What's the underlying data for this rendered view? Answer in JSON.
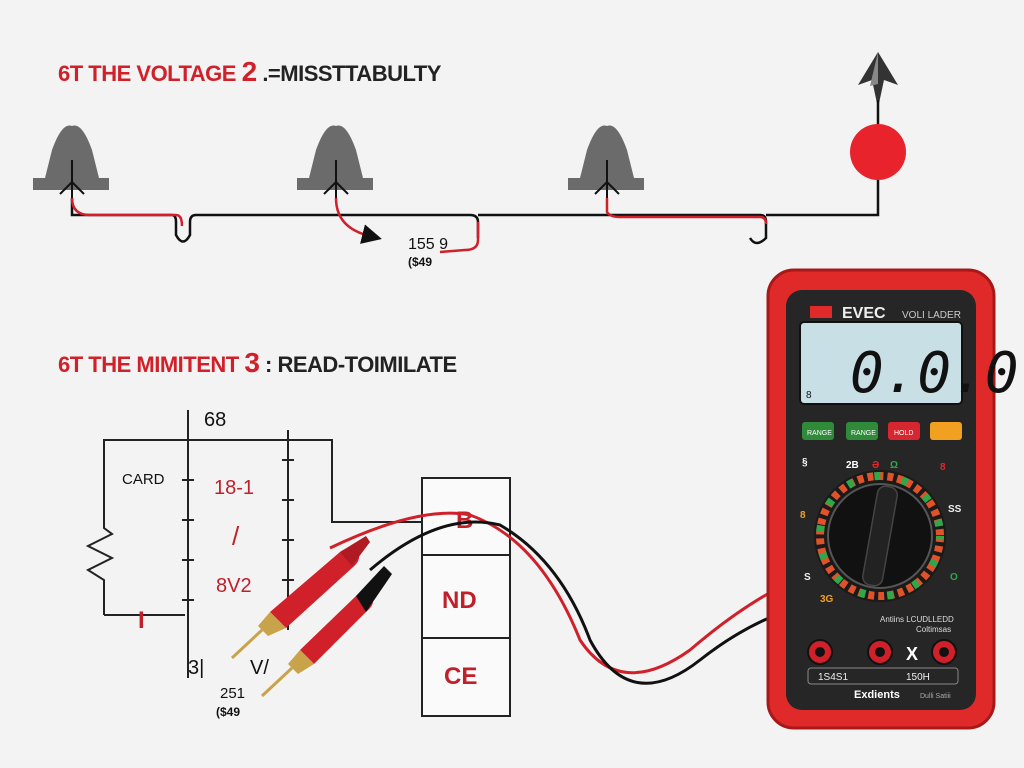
{
  "headings": {
    "top": {
      "prefix": "6T THE VOLTAGE",
      "number": "2",
      "suffix": ".=MISSTTABULTY"
    },
    "middle": {
      "prefix": "6T THE MIMITENT",
      "number": "3",
      "suffix": ": READ-TOIMILATE"
    }
  },
  "top_circuit": {
    "value_main": "155 9",
    "value_sub": "($49"
  },
  "bottom_circuit": {
    "top_value": "68",
    "card_label": "CARD",
    "value_1": "18-1",
    "slash": "/",
    "value_2": "8V2",
    "ground_symbol": "I",
    "left_bottom": "3|",
    "v_label": "V/",
    "bottom_value_main": "251",
    "bottom_value_sub": "($49",
    "block_1": "B",
    "block_2": "ND",
    "block_3": "CE"
  },
  "multimeter": {
    "brand": "EVEC",
    "model_text": "VOLI LADER",
    "display": "0.0.0",
    "buttons": [
      "RANGE",
      "RANGE",
      "HOLD",
      ""
    ],
    "bottom_left_label": "1S4S1",
    "bottom_right_label": "150H",
    "footer_label": "Exdients",
    "footer_small": "Dulli Satiii",
    "upper_label": "Antiins LCUDLLEDD",
    "upper_label_2": "Coltimsas",
    "x_mark": "X"
  },
  "colors": {
    "red": "#d0202a",
    "meter_body": "#e02a2a",
    "meter_face": "#262626",
    "lcd": "#c9dfe6",
    "gray_symbol": "#6b6b6b"
  }
}
